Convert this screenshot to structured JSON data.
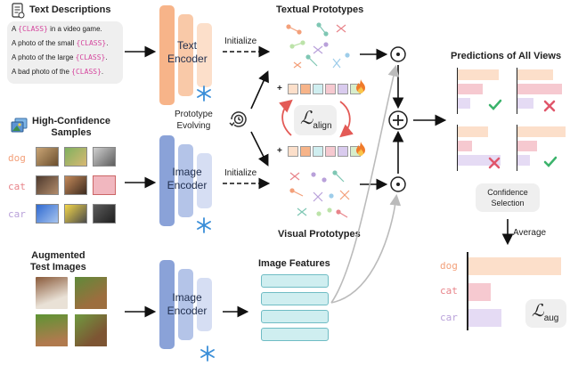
{
  "sections": {
    "text_desc_title": "Text Descriptions",
    "high_conf_title": "High-Confidence Samples",
    "high_conf_line1": "High-Confidence",
    "high_conf_line2": "Samples",
    "aug_title_line1": "Augmented",
    "aug_title_line2": "Test Images"
  },
  "prompts": [
    {
      "pre": "A ",
      "cls": "{CLASS}",
      "post": " in a video game."
    },
    {
      "pre": "A photo of the small ",
      "cls": "{CLASS}",
      "post": "."
    },
    {
      "pre": "A photo of the large ",
      "cls": "{CLASS}",
      "post": "."
    },
    {
      "pre": "A bad photo of the ",
      "cls": "{CLASS}",
      "post": "."
    }
  ],
  "classes": [
    "dog",
    "cat",
    "car"
  ],
  "encoders": {
    "text": "Text Encoder",
    "image": "Image Encoder",
    "image2": "Image Encoder"
  },
  "labels": {
    "initialize_top": "Initialize",
    "initialize_bottom": "Initialize",
    "prototype_evolving_line1": "Prototype",
    "prototype_evolving_line2": "Evolving",
    "textual_prototypes": "Textual Prototypes",
    "visual_prototypes": "Visual Prototypes",
    "image_features": "Image Features",
    "predictions_title": "Predictions of All Views",
    "confidence_selection_line1": "Confidence",
    "confidence_selection_line2": "Selection",
    "average": "Average",
    "loss_align_main": "ℒ",
    "loss_align_sub": "align",
    "loss_aug_main": "ℒ",
    "loss_aug_sub": "aug",
    "dot_op": "⊙",
    "plus_op": "⊕"
  },
  "icons": {
    "text_doc": "document-icon",
    "image_stack": "image-icon",
    "snowflake": "snowflake-icon",
    "fire": "fire-icon",
    "evolve": "cycle-clock-icon",
    "check": "check-icon",
    "cross": "cross-icon"
  },
  "colors": {
    "text_encoder": "#f7b489",
    "image_encoder": "#8aa2d8",
    "dog": "#f3a07a",
    "cat": "#e8848a",
    "car": "#b9a1da",
    "feature": "#cfeef0",
    "check": "#3bb36b",
    "cross": "#e0566b",
    "fire": "#f07a2a",
    "snow": "#3a8ed8"
  },
  "average_bars": [
    {
      "class": "dog",
      "value": 1.0
    },
    {
      "class": "cat",
      "value": 0.24
    },
    {
      "class": "car",
      "value": 0.36
    }
  ]
}
